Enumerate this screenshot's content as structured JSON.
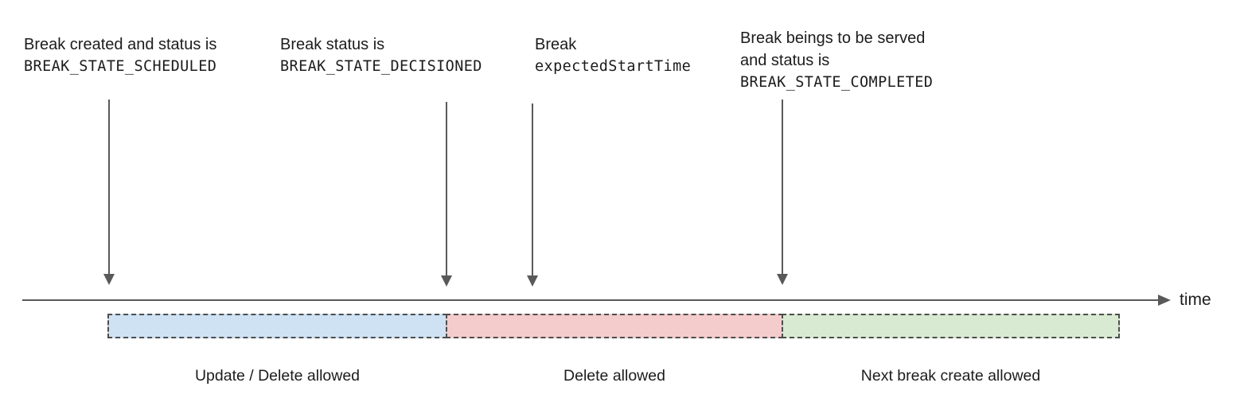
{
  "annotations": [
    {
      "line1": "Break created and status is",
      "code": "BREAK_STATE_SCHEDULED"
    },
    {
      "line1": "Break status is",
      "code": "BREAK_STATE_DECISIONED"
    },
    {
      "line1": "Break",
      "code": "expectedStartTime"
    },
    {
      "line1": "Break beings to be served",
      "line2": "and status is",
      "code": "BREAK_STATE_COMPLETED"
    }
  ],
  "segments": [
    {
      "label": "Update / Delete allowed",
      "fill": "#cfe2f3"
    },
    {
      "label": "Delete allowed",
      "fill": "#f4cccc"
    },
    {
      "label": "Next break create allowed",
      "fill": "#d9ead3"
    }
  ],
  "timeline": {
    "axis_label": "time"
  },
  "colors": {
    "arrow": "#595959",
    "dashed_border": "#4d4d4d",
    "text": "#1c1c1c"
  }
}
